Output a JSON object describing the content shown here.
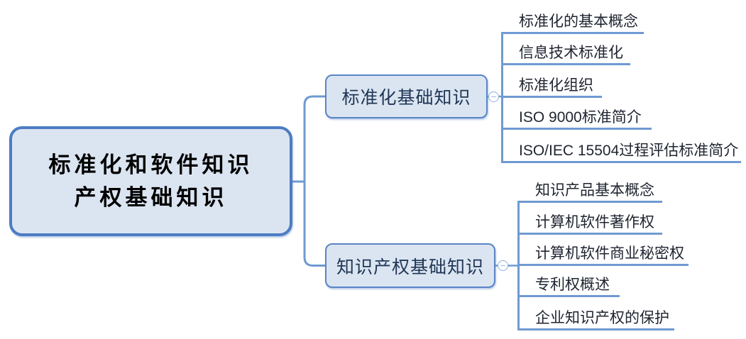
{
  "mindmap": {
    "root": {
      "title_lines": [
        "标准化和软件知识",
        "产权基础知识"
      ]
    },
    "branches": [
      {
        "label": "标准化基础知识",
        "collapse_icon": "−",
        "children": [
          "标准化的基本概念",
          "信息技术标准化",
          "标准化组织",
          "ISO 9000标准简介",
          "ISO/IEC 15504过程评估标准简介"
        ]
      },
      {
        "label": "知识产权基础知识",
        "collapse_icon": "−",
        "children": [
          "知识产品基本概念",
          "计算机软件著作权",
          "计算机软件商业秘密权",
          "专利权概述",
          "企业知识产权的保护"
        ]
      }
    ],
    "colors": {
      "node_fill": "#dbe5f1",
      "node_border": "#5b84c6",
      "root_border": "#4d7cc4",
      "connector_line": "#6f9ad2",
      "branch_text": "#1f3656",
      "leaf_text": "#1f2430",
      "root_text": "#000000"
    }
  }
}
